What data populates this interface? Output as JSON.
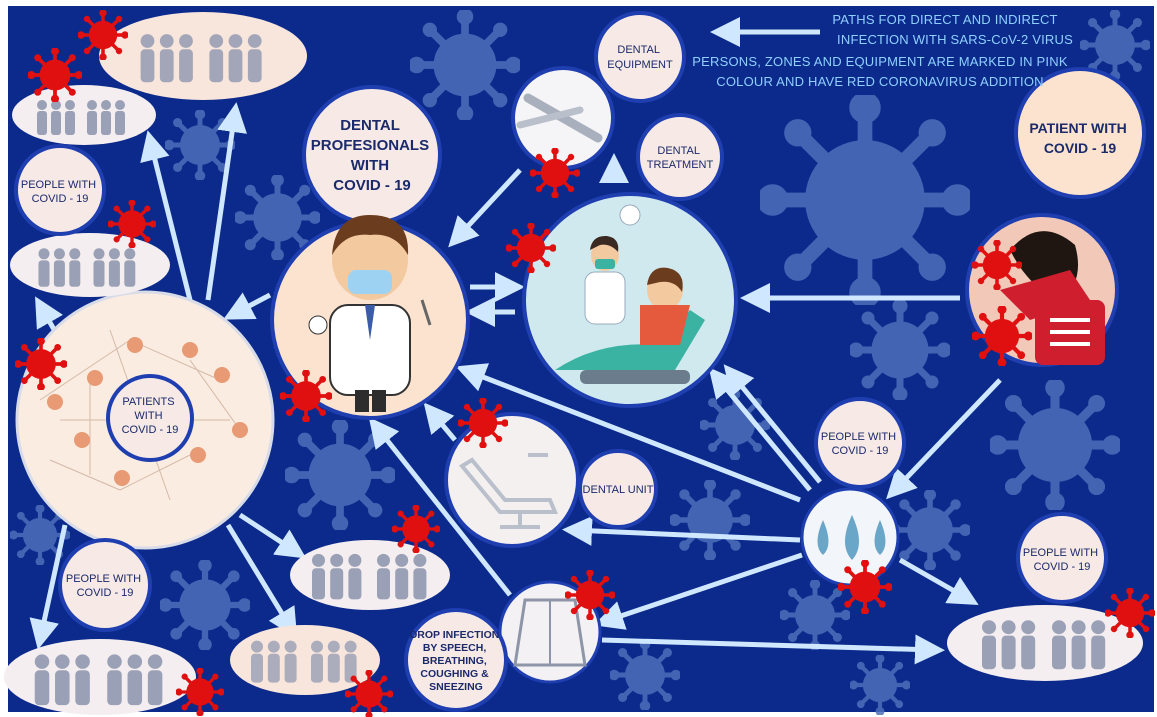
{
  "legend": {
    "line1": "PATHS FOR DIRECT AND INDIRECT",
    "line2": "INFECTION WITH SARS-CoV-2 VIRUS",
    "line3": "PERSONS, ZONES AND EQUIPMENT ARE MARKED IN PINK",
    "line4": "COLOUR AND HAVE RED CORONAVIRUS ADDITION"
  },
  "nodes": {
    "dental_professionals": [
      "DENTAL",
      "PROFESIONALS",
      "WITH",
      "COVID - 19"
    ],
    "patient_with_covid": [
      "PATIENT WITH",
      "COVID - 19"
    ],
    "dental_equipment": [
      "DENTAL",
      "EQUIPMENT"
    ],
    "dental_treatment": [
      "DENTAL",
      "TREATMENT"
    ],
    "dental_unit": "DENTAL UNIT",
    "patients_with_covid": [
      "PATIENTS",
      "WITH",
      "COVID - 19"
    ],
    "people_with_covid_left": [
      "PEOPLE WITH",
      "COVID - 19"
    ],
    "people_with_covid_bottom_left": [
      "PEOPLE WITH",
      "COVID - 19"
    ],
    "people_with_covid_drops": [
      "PEOPLE WITH",
      "COVID - 19"
    ],
    "people_with_covid_right": [
      "PEOPLE WITH",
      "COVID - 19"
    ],
    "drop_infection": [
      "DROP INFECTION",
      "BY SPEECH,",
      "BREATHING,",
      "COUGHING &",
      "SNEEZING"
    ]
  },
  "colors": {
    "background": "#0b2a8c",
    "arrow": "#cfe8ff",
    "virus_bg": "#5f82c8",
    "virus_red": "#e01010",
    "bubble_fill": "#fbe6d6",
    "ring": "#1f3fb0",
    "legend_text": "#8fd0ff"
  }
}
